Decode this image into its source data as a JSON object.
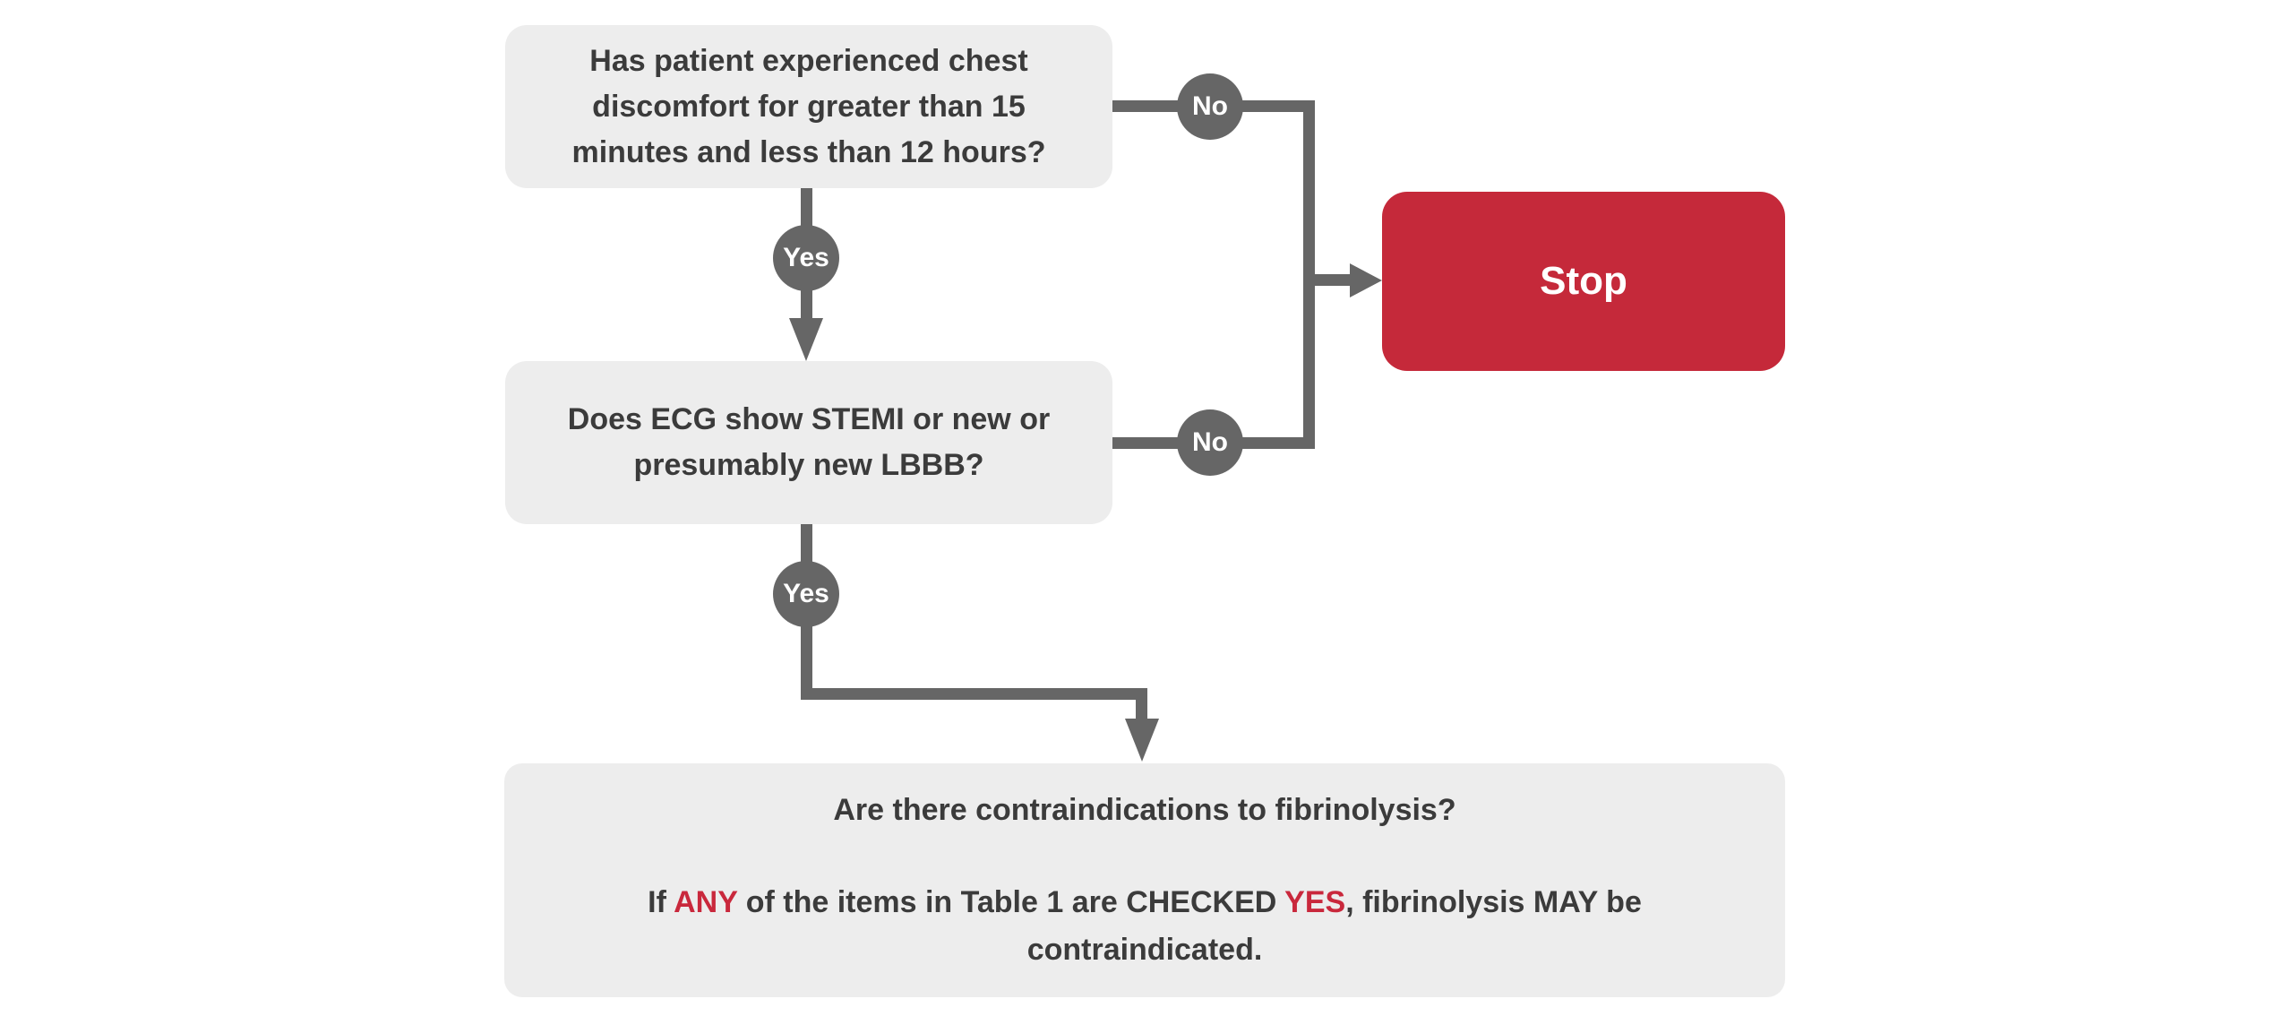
{
  "colors": {
    "background": "#ffffff",
    "box_fill": "#ededed",
    "box_text": "#3b3b3b",
    "connector_gray": "#666666",
    "stop_red": "#c5293a",
    "highlight_red": "#c9283c",
    "badge_text": "#ffffff"
  },
  "flowchart": {
    "question1": {
      "lines": [
        "Has patient experienced chest",
        "discomfort for greater than 15",
        "minutes and less than 12 hours?"
      ]
    },
    "question2": {
      "lines": [
        "Does ECG show STEMI or new or",
        "presumably new LBBB?"
      ]
    },
    "question3": {
      "line1": "Are there contraindications to fibrinolysis?",
      "p2": {
        "s0": "If ",
        "s1": "ANY",
        "s2": " of the items in Table 1 are CHECKED ",
        "s3": "YES",
        "s4": ", fibrinolysis MAY be contraindicated."
      }
    },
    "labels": {
      "no1": "No",
      "yes1": "Yes",
      "no2": "No",
      "yes2": "Yes"
    },
    "stop": {
      "label": "Stop"
    }
  }
}
